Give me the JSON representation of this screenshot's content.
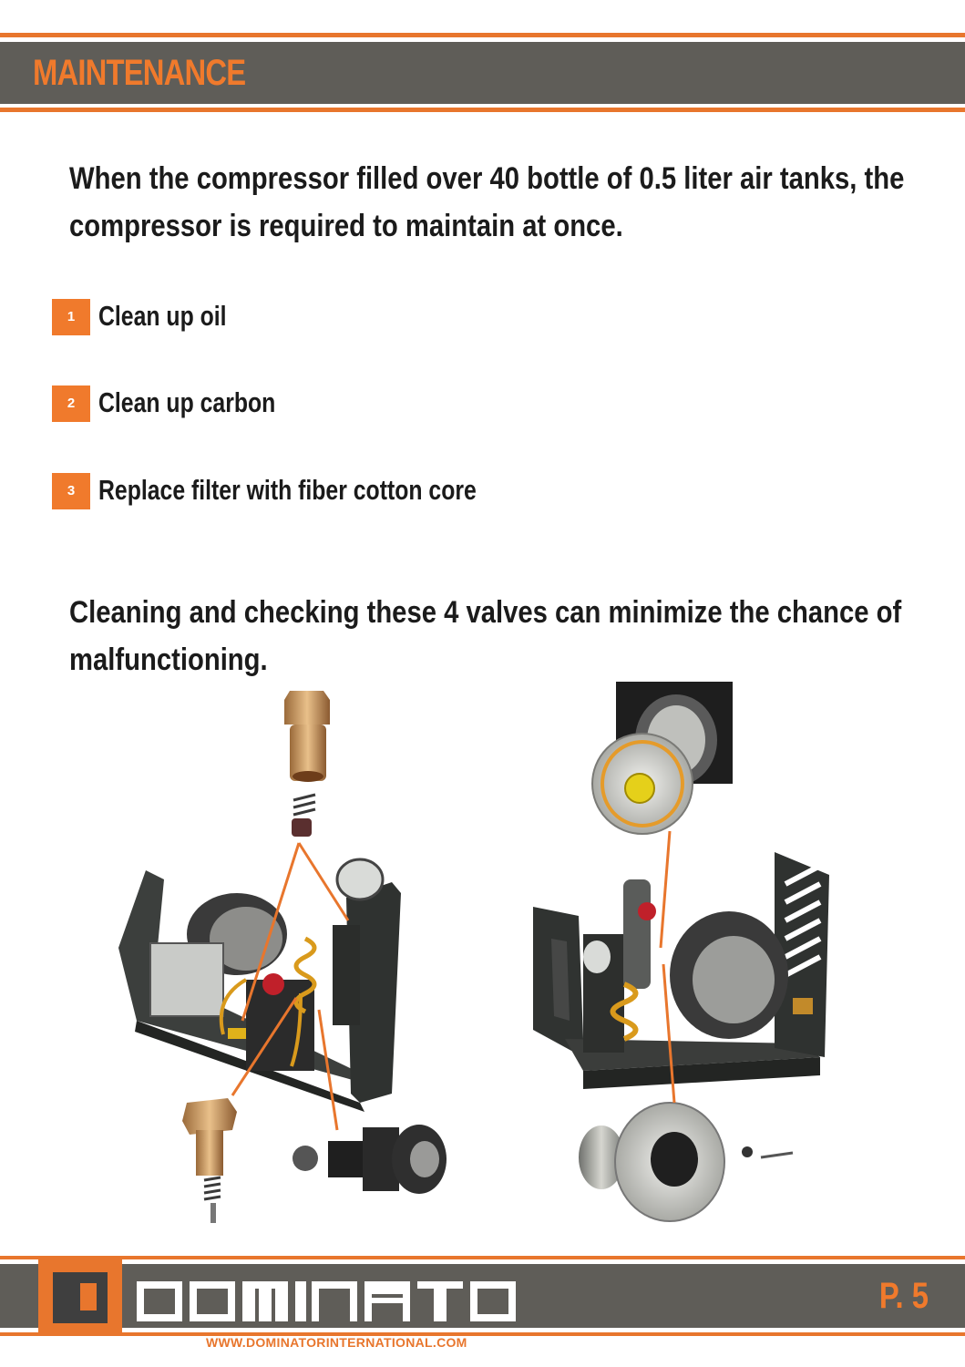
{
  "header": {
    "title": "MAINTENANCE"
  },
  "intro": "When the compressor filled over 40 bottle of 0.5 liter air tanks, the compressor is required to maintain at once.",
  "steps": [
    {
      "number": "1",
      "label": "Clean up oil"
    },
    {
      "number": "2",
      "label": "Clean up carbon"
    },
    {
      "number": "3",
      "label": "Replace filter with fiber cotton core"
    }
  ],
  "valves_note": "Cleaning and checking these 4 valves can minimize the chance of malfunctioning.",
  "footer": {
    "page": "P. 5",
    "url": "WWW.DOMINATORINTERNATIONAL.COM"
  },
  "colors": {
    "accent": "#f07a2c",
    "band": "#5f5d58",
    "text": "#1b1b1b"
  }
}
